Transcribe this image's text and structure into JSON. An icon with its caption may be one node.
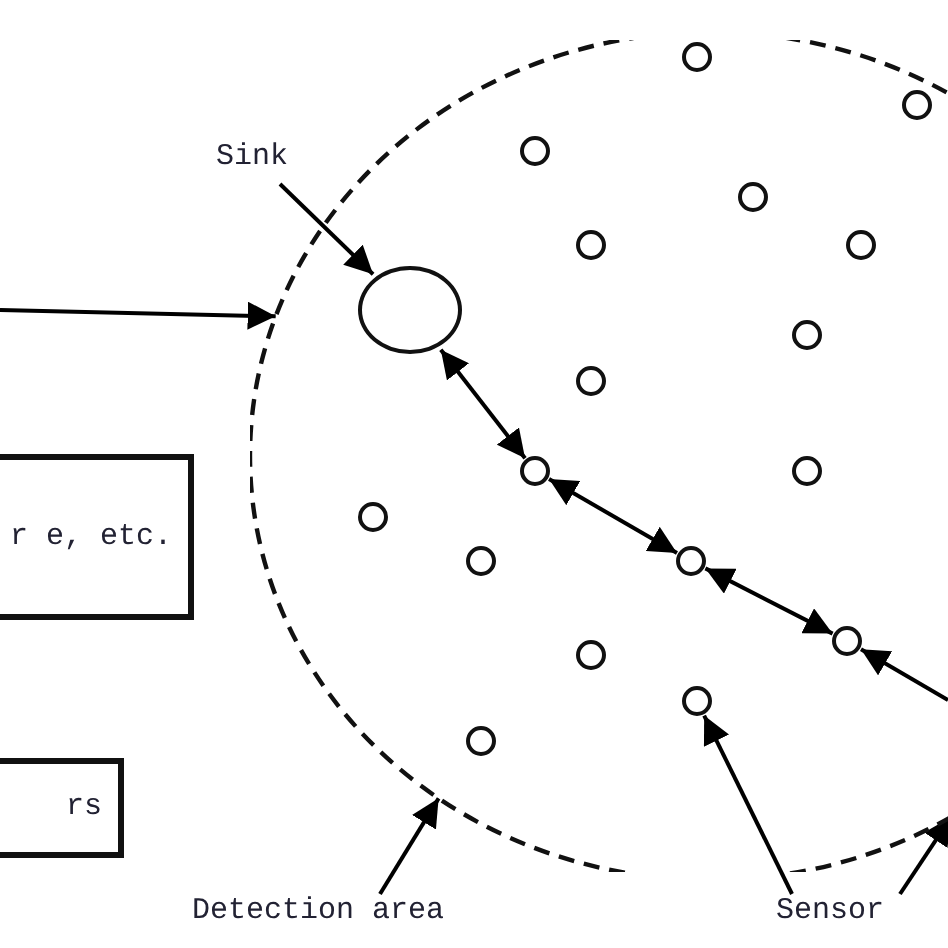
{
  "diagram": {
    "nodes": [
      {
        "text": [],
        "shape": "circle"
      },
      {
        "text": [
          "r e, etc."
        ]
      },
      {
        "text": [
          "rs"
        ]
      },
      {
        "text": [
          "Sink"
        ]
      },
      {
        "text": [],
        "shape": "circle",
        "in": 0
      },
      {
        "text": [],
        "shape": "circle",
        "in": 0
      },
      {
        "text": [],
        "shape": "circle",
        "in": 0
      },
      {
        "text": [],
        "shape": "circle",
        "in": 0
      },
      {
        "text": [],
        "shape": "circle",
        "in": 0
      },
      {
        "text": [],
        "shape": "circle",
        "in": 0
      },
      {
        "text": [],
        "shape": "circle",
        "in": 0
      },
      {
        "text": [],
        "shape": "circle",
        "in": 0
      },
      {
        "text": [],
        "shape": "circle",
        "in": 0
      },
      {
        "text": [],
        "shape": "circle",
        "in": 0
      },
      {
        "text": [],
        "shape": "circle",
        "in": 0
      },
      {
        "text": [],
        "shape": "circle",
        "in": 0
      },
      {
        "text": [],
        "shape": "circle",
        "in": 0
      },
      {
        "text": [],
        "shape": "circle",
        "in": 0
      },
      {
        "text": [],
        "shape": "circle",
        "in": 0
      },
      {
        "text": [],
        "shape": "circle",
        "in": 0
      },
      {
        "text": [],
        "shape": "circle",
        "in": 0
      },
      {
        "text": [],
        "shape": "circle",
        "in": 0
      },
      {
        "text": [
          "Detection area"
        ]
      },
      {
        "text": [
          "Sensor"
        ]
      }
    ],
    "edges": [
      {
        "from": null,
        "to": 0,
        "arrow": "to"
      },
      {
        "from": 3,
        "to": 4,
        "arrow": "to"
      },
      {
        "from": 4,
        "to": 13,
        "arrow": "both"
      },
      {
        "from": 13,
        "to": 17,
        "arrow": "both"
      },
      {
        "from": 17,
        "to": 18,
        "arrow": "both"
      },
      {
        "from": null,
        "to": 18,
        "arrow": "to"
      },
      {
        "from": 22,
        "to": 0,
        "arrow": "to"
      },
      {
        "from": 23,
        "to": 20,
        "arrow": "to"
      },
      {
        "from": 23,
        "to": 0,
        "arrow": "to"
      }
    ]
  }
}
